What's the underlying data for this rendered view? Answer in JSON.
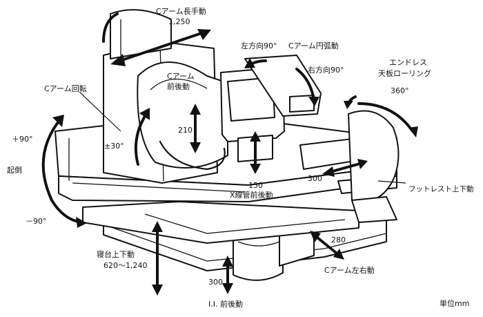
{
  "labels": {
    "c_arm_long": "Cアーム長手動",
    "c_arm_long_value": "1,250",
    "left_90": "左方向90°",
    "c_arm_arc": "Cアーム円弧動",
    "right_90": "右方向90°",
    "endless": "エンドレス",
    "table_rolling": "天板ローリング",
    "deg_360": "360°",
    "c_arm_rotation": "Cアーム回転",
    "c_arm_fb_1": "Cアーム",
    "c_arm_fb_2": "前後動",
    "val_210": "210",
    "plus_90": "＋90°",
    "pm_30": "±30°",
    "tilt": "起倒",
    "minus_90": "－90°",
    "val_150": "150",
    "xray_tube_fb": "X線管前後動",
    "val_300_right": "300",
    "footrest": "フットレスト上下動",
    "val_280": "280",
    "c_arm_lr": "Cアーム左右動",
    "bed_ud": "寝台上下動",
    "bed_range": "620～1,240",
    "val_300_bottom": "300",
    "ii_fb": "I.I. 前後動",
    "unit": "単位mm"
  }
}
